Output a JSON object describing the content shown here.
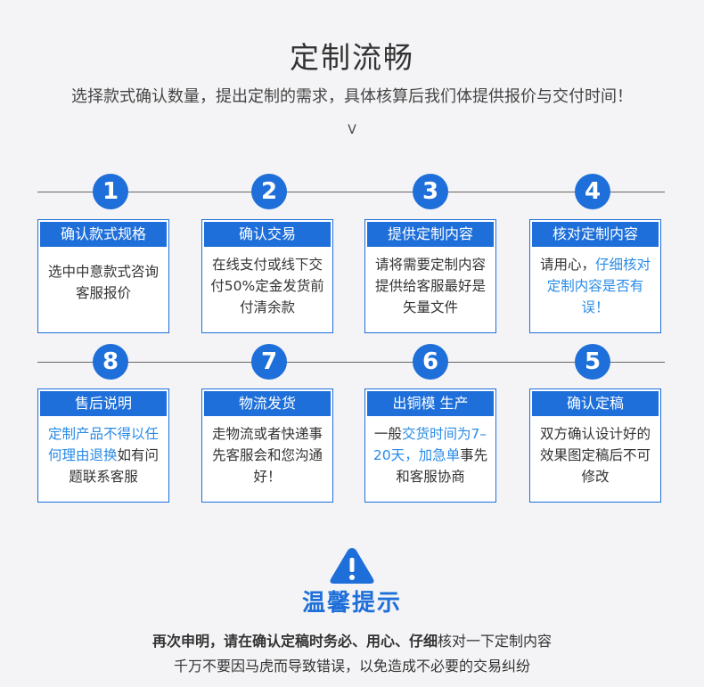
{
  "header": {
    "title": "定制流畅",
    "subtitle": "选择款式确认数量，提出定制的需求，具体核算后我们体提供报价与交付时间！",
    "chevron": "V"
  },
  "steps": {
    "s1": {
      "num": "1",
      "title": "确认款式规格",
      "text": "选中中意款式咨询客服报价"
    },
    "s2": {
      "num": "2",
      "title": "确认交易",
      "text": "在线支付或线下交付50%定金发货前付清余款"
    },
    "s3": {
      "num": "3",
      "title": "提供定制内容",
      "text": "请将需要定制内容提供给客服最好是矢量文件"
    },
    "s4": {
      "num": "4",
      "title": "核对定制内容",
      "text_a": "请用心，",
      "text_b": "仔细核对定制内容是否有误！"
    },
    "s8": {
      "num": "8",
      "title": "售后说明",
      "text_a": "定制产品不得以任何理由退换",
      "text_b": "如有问题联系客服"
    },
    "s7": {
      "num": "7",
      "title": "物流发货",
      "text": "走物流或者快递事先客服会和您沟通好！"
    },
    "s6": {
      "num": "6",
      "title": "出铜模 生产",
      "text_a": "一般",
      "text_b": "交货时间为7–20天，加急单",
      "text_c": "事先和客服协商"
    },
    "s5": {
      "num": "5",
      "title": "确认定稿",
      "text": "双方确认设计好的效果图定稿后不可修改"
    }
  },
  "notice": {
    "icon": "warning-triangle-icon",
    "title": "温馨提示",
    "line1_bold": "再次申明，请在确认定稿时务必、用心、仔细",
    "line1_rest": "核对一下定制内容",
    "line2": "千万不要因马虎而导致错误，以免造成不必要的交易纠纷"
  },
  "colors": {
    "accent": "#1e6fd9",
    "highlight": "#2a8be6",
    "background": "#f4f4f6"
  }
}
